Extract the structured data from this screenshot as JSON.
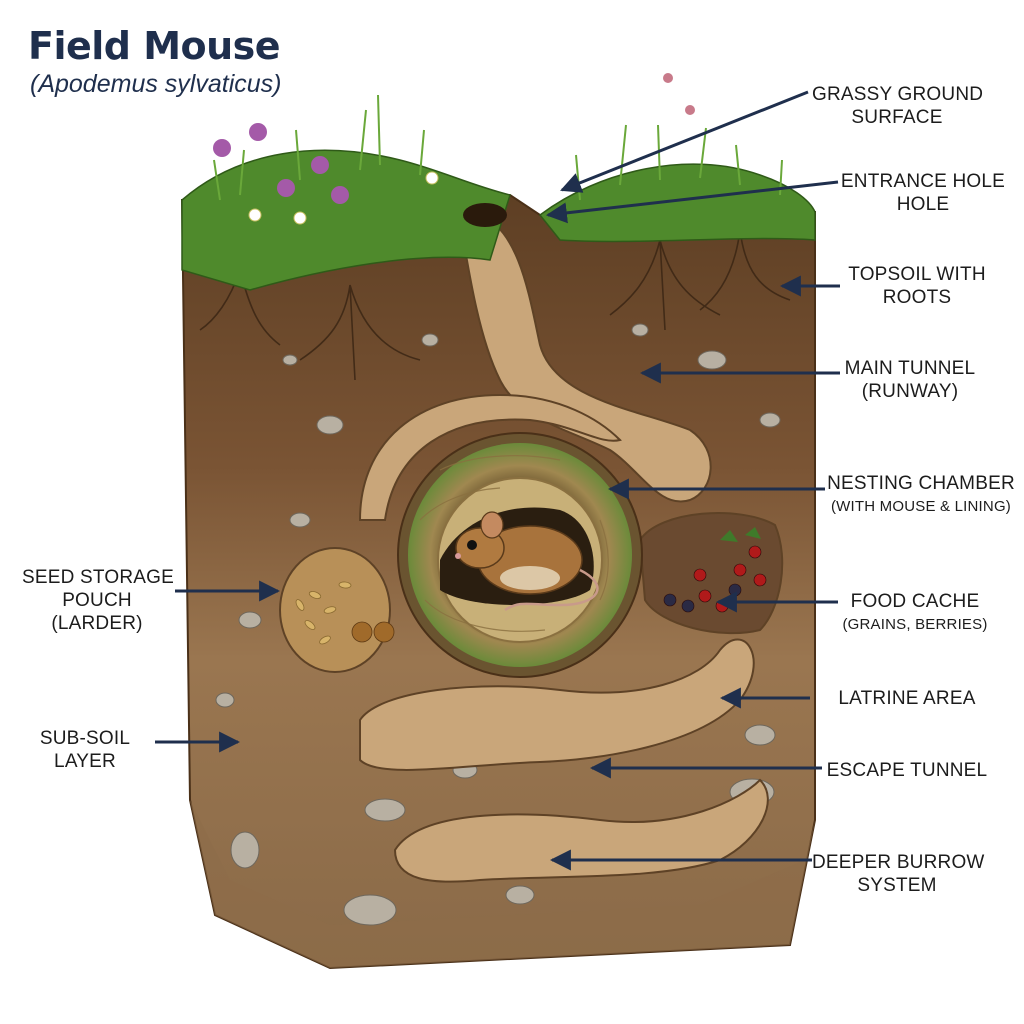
{
  "title": "Field Mouse",
  "subtitle": "(Apodemus sylvaticus)",
  "labels": [
    {
      "line1": "GRASSY GROUND",
      "line2": "SURFACE"
    },
    {
      "line1": "ENTRANCE HOLE",
      "line2": "HOLE"
    },
    {
      "line1": "TOPSOIL WITH",
      "line2": "ROOTS"
    },
    {
      "line1": "MAIN TUNNEL",
      "line2": "(RUNWAY)"
    },
    {
      "line1": "NESTING CHAMBER",
      "line2": "(WITH MOUSE & LINING)"
    },
    {
      "line1": "FOOD CACHE",
      "line2": "(GRAINS, BERRIES)"
    },
    {
      "line1": "LATRINE AREA",
      "line2": ""
    },
    {
      "line1": "ESCAPE TUNNEL",
      "line2": ""
    },
    {
      "line1": "DEEPER BURROW",
      "line2": "SYSTEM"
    },
    {
      "line1": "SEED STORAGE",
      "line2": "POUCH",
      "line3": "(LARDER)"
    },
    {
      "line1": "SUB-SOIL",
      "line2": "LAYER"
    }
  ],
  "colors": {
    "title": "#1f2f4d",
    "arrow": "#1f2f4d",
    "soil_top": "#6b4a2e",
    "soil_sub": "#9c7b55",
    "grass": "#4f8a2c",
    "tunnel": "#c9a67a"
  }
}
